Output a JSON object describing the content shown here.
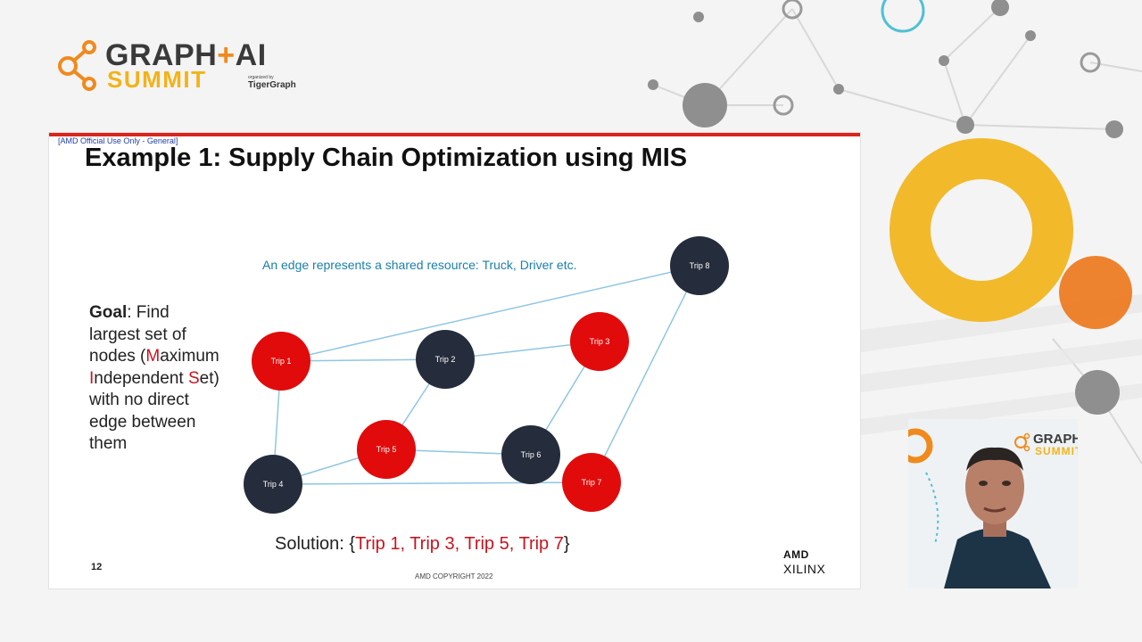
{
  "summit_logo": {
    "graph": "GRAPH",
    "plus": "+",
    "ai": "AI",
    "summit": "SUMMIT",
    "organized_by": "organized by",
    "organizer": "TigerGraph"
  },
  "slide": {
    "classification": "[AMD Official Use Only - General]",
    "title": "Example 1: Supply Chain Optimization using MIS",
    "edge_note": "An edge represents a shared resource: Truck, Driver etc.",
    "goal": {
      "label": "Goal",
      "line1": ": Find",
      "line2": "largest set of",
      "line3_pre": "nodes (",
      "line3_M": "M",
      "line3_post": "aximum",
      "line4_I": "I",
      "line4_mid": "ndependent ",
      "line4_S": "S",
      "line4_post": "et)",
      "line5": "with no direct",
      "line6": "edge between",
      "line7": "them"
    },
    "graph": {
      "nodes": [
        {
          "id": "t1",
          "label": "Trip 1",
          "color": "#e10b0b"
        },
        {
          "id": "t2",
          "label": "Trip 2",
          "color": "#252c3b"
        },
        {
          "id": "t3",
          "label": "Trip 3",
          "color": "#e10b0b"
        },
        {
          "id": "t4",
          "label": "Trip 4",
          "color": "#252c3b"
        },
        {
          "id": "t5",
          "label": "Trip 5",
          "color": "#e10b0b"
        },
        {
          "id": "t6",
          "label": "Trip 6",
          "color": "#252c3b"
        },
        {
          "id": "t7",
          "label": "Trip 7",
          "color": "#e10b0b"
        },
        {
          "id": "t8",
          "label": "Trip 8",
          "color": "#252c3b"
        }
      ],
      "edges": [
        [
          "t1",
          "t8"
        ],
        [
          "t1",
          "t2"
        ],
        [
          "t2",
          "t3"
        ],
        [
          "t1",
          "t4"
        ],
        [
          "t2",
          "t5"
        ],
        [
          "t5",
          "t4"
        ],
        [
          "t4",
          "t7"
        ],
        [
          "t5",
          "t6"
        ],
        [
          "t6",
          "t3"
        ],
        [
          "t7",
          "t8"
        ]
      ]
    },
    "solution": {
      "prefix": "Solution: {",
      "trips": "Trip 1, Trip 3, Trip 5, Trip 7",
      "suffix": "}"
    },
    "page_number": "12",
    "copyright": "AMD COPYRIGHT 2022",
    "brand_amd": "AMD",
    "brand_xilinx": "XILINX"
  },
  "webcam": {
    "logo_graph": "GRAPH",
    "logo_summit": "SUMMIT"
  },
  "colors": {
    "accent_red": "#d9251c",
    "summit_yellow": "#f2b319",
    "summit_orange": "#f08a1c",
    "edge_blue": "#1a7fae"
  }
}
